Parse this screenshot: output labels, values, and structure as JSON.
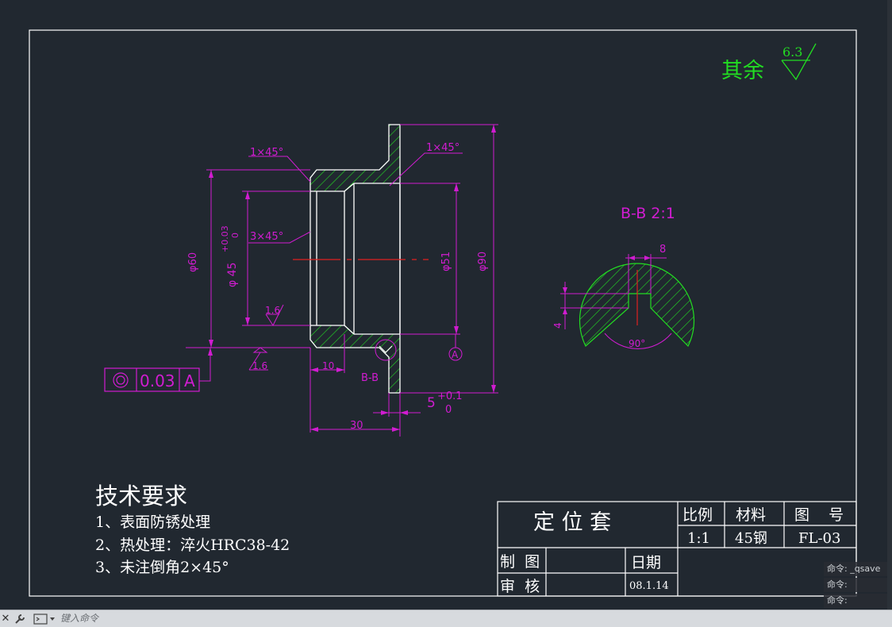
{
  "title_block": {
    "part_name": "定 位 套",
    "col_headers": [
      "比例",
      "材料",
      "图    号"
    ],
    "col_values": [
      "1:1",
      "45钢",
      "FL-03"
    ],
    "draw_label": "制  图",
    "review_label": "审  核",
    "date_label": "日期",
    "date_value": "08.1.14"
  },
  "tech_requirements": {
    "heading": "技术要求",
    "items": [
      "1、表面防锈处理",
      "2、热处理：淬火HRC38-42",
      "3、未注倒角2×45°"
    ]
  },
  "roughness_note": {
    "label": "其余",
    "value": "6.3"
  },
  "main_view": {
    "chamfer_left": "1×45°",
    "chamfer_right": "1×45°",
    "chamfer_inner": "3×45°",
    "dim_phi60": "φ60",
    "dim_phi45": "φ 45",
    "dim_phi45_upper": "+0.03",
    "dim_phi45_lower": "0",
    "dim_phi51": "φ51",
    "dim_phi90": "φ90",
    "roughness_inner": "1.6",
    "roughness_bottom": "1.6",
    "dim_10": "10",
    "dim_30": "30",
    "dim_5": "5",
    "dim_5_upper": "+0.1",
    "dim_5_lower": "0",
    "section_mark": "B-B",
    "datum_label": "A"
  },
  "tolerance_frame": {
    "value": "0.03",
    "datum": "A"
  },
  "section_view": {
    "title": "B-B 2:1",
    "dim_width": "8",
    "dim_depth": "4",
    "dim_angle": "90°"
  },
  "command_line": {
    "history": [
      "命令: _qsave",
      "命令:",
      "命令:"
    ],
    "placeholder": "键入命令"
  },
  "colors": {
    "background": "#212830",
    "magenta": "#d11cd1",
    "green": "#22dd22",
    "white": "#ffffff",
    "centerline": "#e02020"
  }
}
